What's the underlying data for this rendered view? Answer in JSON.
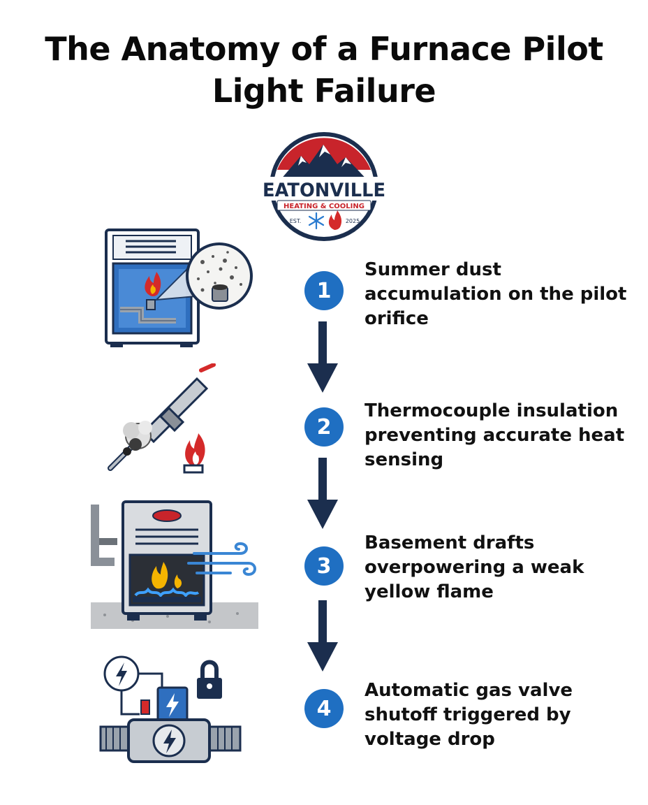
{
  "title": "The Anatomy of a Furnace Pilot Light Failure",
  "logo": {
    "name": "EATONVILLE",
    "tagline": "HEATING & COOLING",
    "est": "EST.",
    "year": "2025"
  },
  "steps": [
    {
      "number": "1",
      "text": "Summer dust accumulation on the pilot orifice",
      "icon": "furnace-dust-icon"
    },
    {
      "number": "2",
      "text": "Thermocouple insulation preventing accurate heat sensing",
      "icon": "thermocouple-icon"
    },
    {
      "number": "3",
      "text": "Basement drafts overpowering a weak yellow flame",
      "icon": "furnace-draft-icon"
    },
    {
      "number": "4",
      "text": "Automatic gas valve shutoff triggered by voltage drop",
      "icon": "gas-valve-lock-icon"
    }
  ],
  "colors": {
    "navy": "#1b2e4e",
    "blue": "#1f6fc2",
    "red": "#d42a2a",
    "flame_yellow": "#f5b400",
    "gray": "#9aa3ad"
  }
}
